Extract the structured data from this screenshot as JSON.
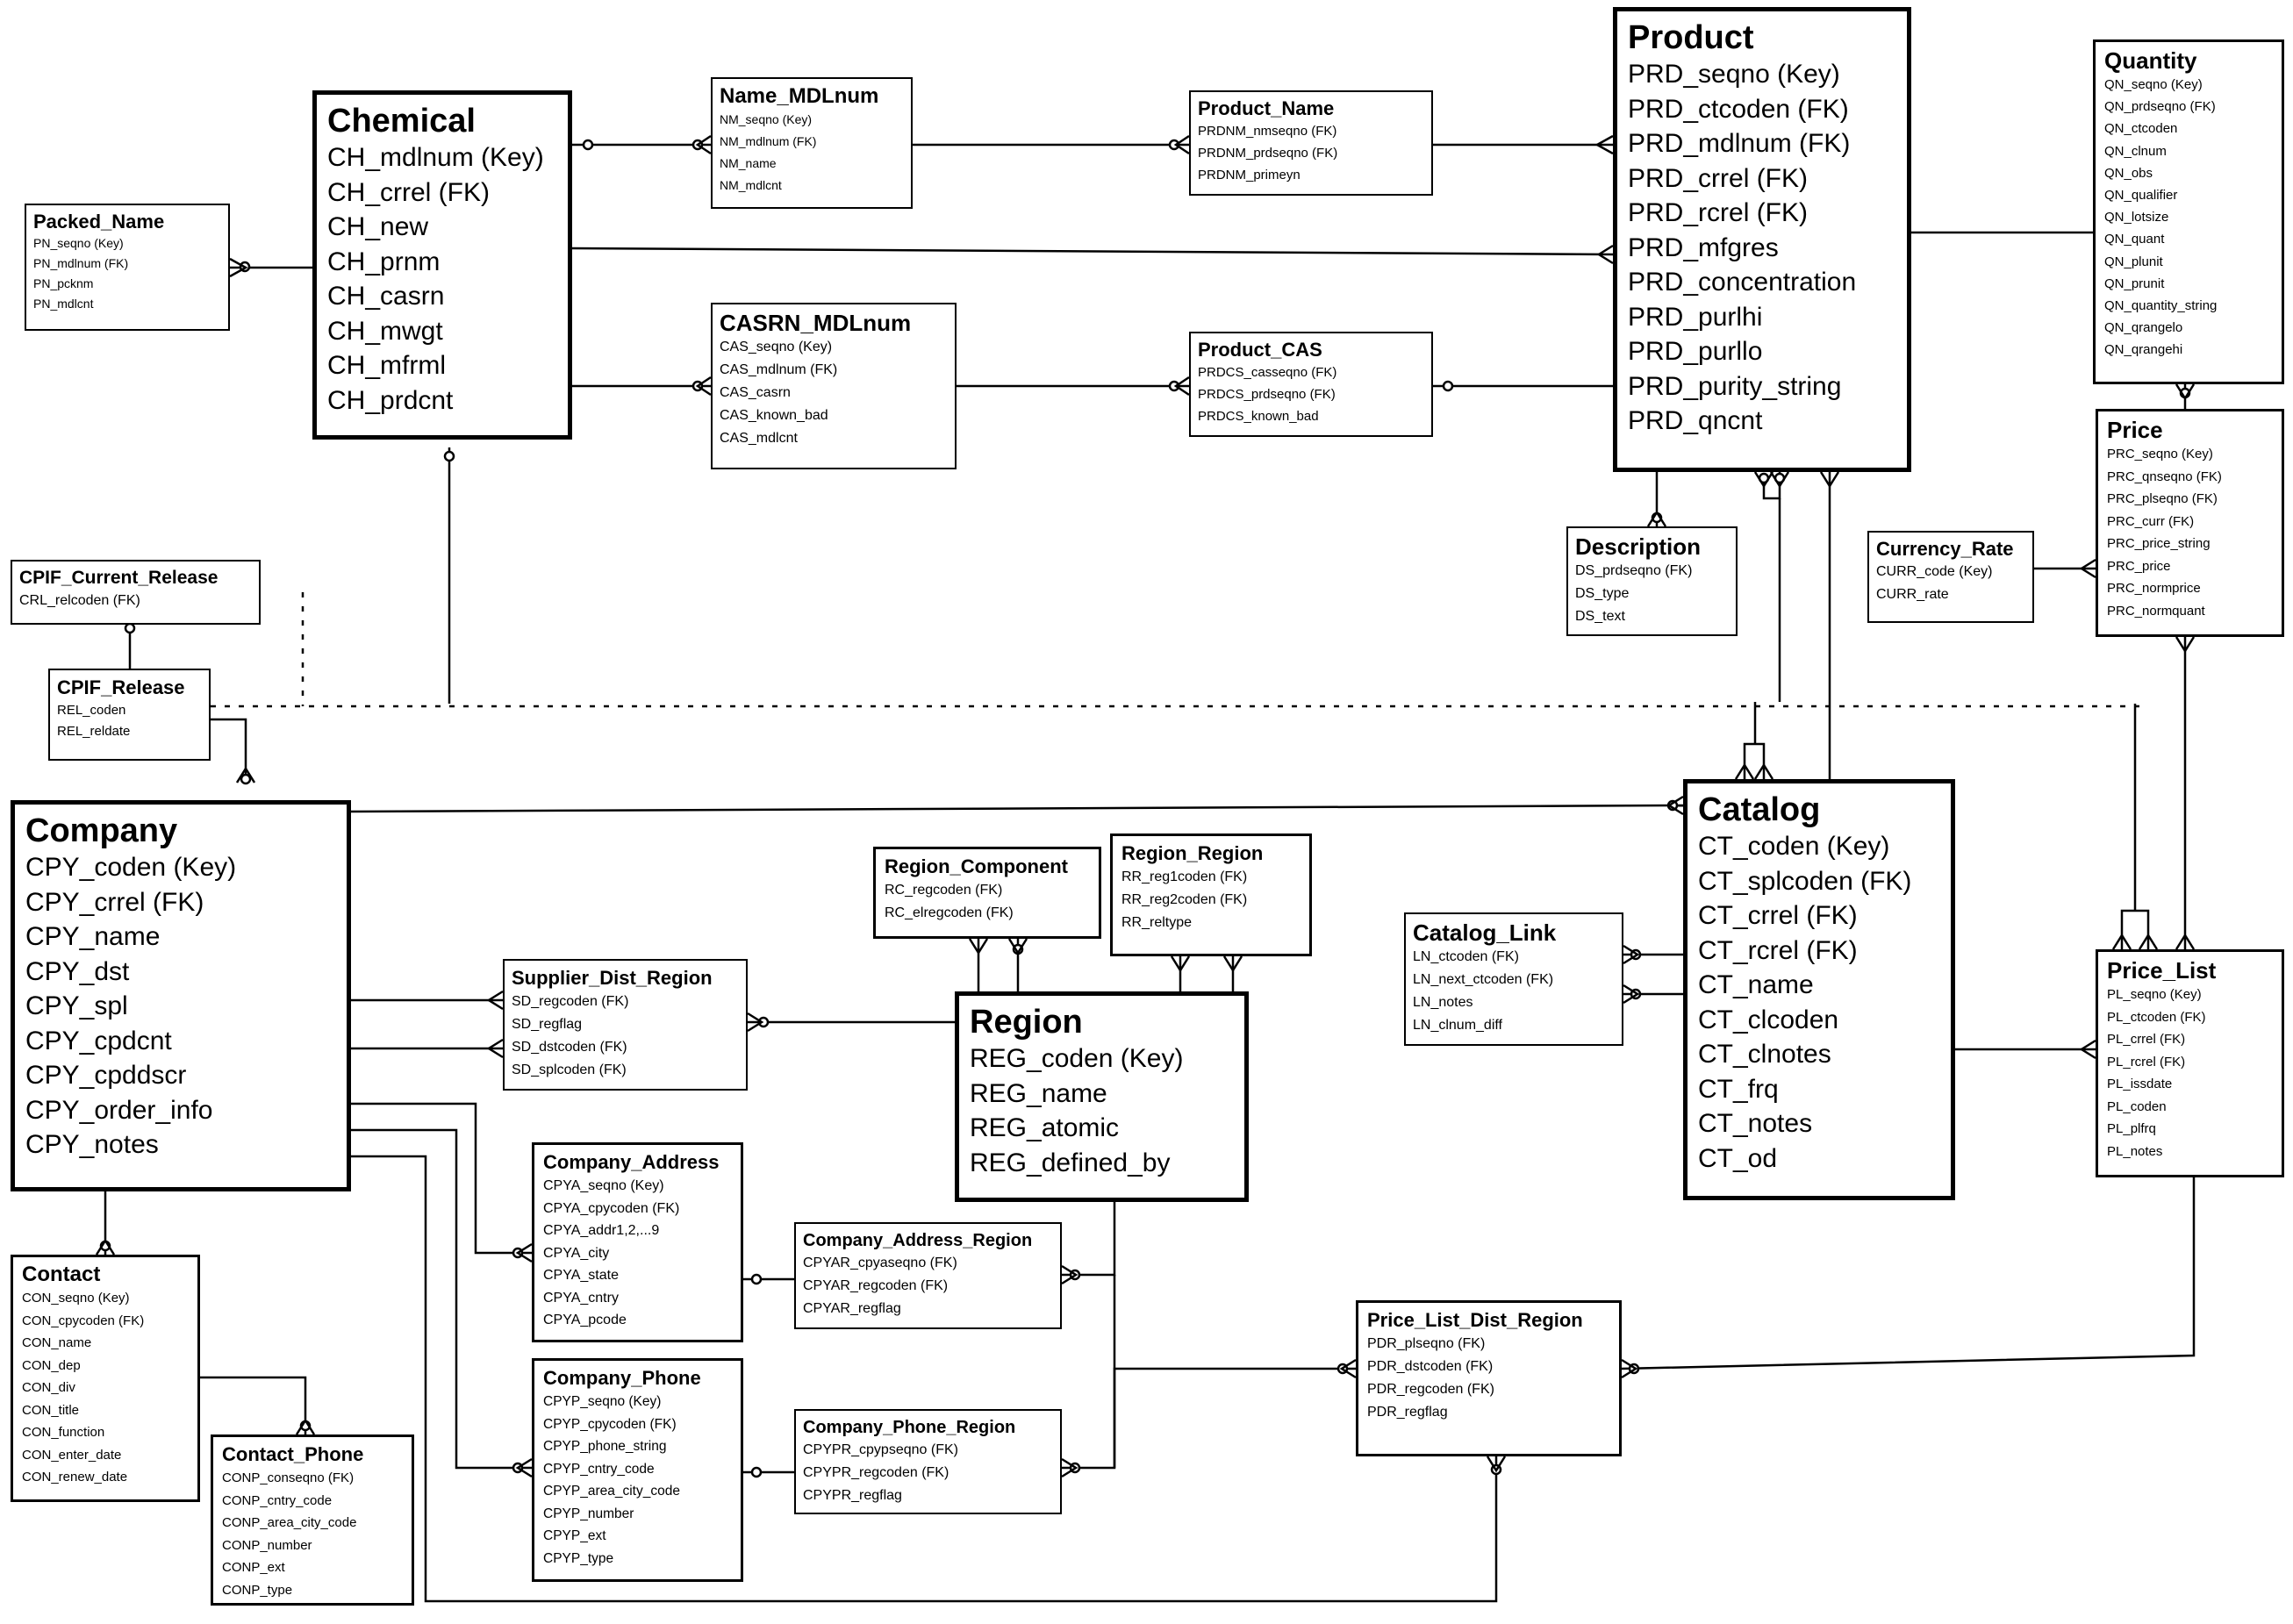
{
  "entities": {
    "packed_name": {
      "title": "Packed_Name",
      "fields": [
        "PN_seqno (Key)",
        "PN_mdlnum (FK)",
        "PN_pcknm",
        "PN_mdlcnt"
      ]
    },
    "chemical": {
      "title": "Chemical",
      "fields": [
        "CH_mdlnum (Key)",
        "CH_crrel (FK)",
        "CH_new",
        "CH_prnm",
        "CH_casrn",
        "CH_mwgt",
        "CH_mfrml",
        "CH_prdcnt"
      ]
    },
    "name_mdlnum": {
      "title": "Name_MDLnum",
      "fields": [
        "NM_seqno (Key)",
        "NM_mdlnum (FK)",
        "NM_name",
        "NM_mdlcnt"
      ]
    },
    "casrn_mdlnum": {
      "title": "CASRN_MDLnum",
      "fields": [
        "CAS_seqno (Key)",
        "CAS_mdlnum (FK)",
        "CAS_casrn",
        "CAS_known_bad",
        "CAS_mdlcnt"
      ]
    },
    "product_name": {
      "title": "Product_Name",
      "fields": [
        "PRDNM_nmseqno (FK)",
        "PRDNM_prdseqno (FK)",
        "PRDNM_primeyn"
      ]
    },
    "product_cas": {
      "title": "Product_CAS",
      "fields": [
        "PRDCS_casseqno (FK)",
        "PRDCS_prdseqno (FK)",
        "PRDCS_known_bad"
      ]
    },
    "product": {
      "title": "Product",
      "fields": [
        "PRD_seqno (Key)",
        "PRD_ctcoden (FK)",
        "PRD_mdlnum (FK)",
        "PRD_crrel (FK)",
        "PRD_rcrel (FK)",
        "PRD_mfgres",
        "PRD_concentration",
        "PRD_purlhi",
        "PRD_purllo",
        "PRD_purity_string",
        "PRD_qncnt"
      ]
    },
    "quantity": {
      "title": "Quantity",
      "fields": [
        "QN_seqno (Key)",
        "QN_prdseqno (FK)",
        "QN_ctcoden",
        "QN_clnum",
        "QN_obs",
        "QN_qualifier",
        "QN_lotsize",
        "QN_quant",
        "QN_plunit",
        "QN_prunit",
        "QN_quantity_string",
        "QN_qrangelo",
        "QN_qrangehi"
      ]
    },
    "price": {
      "title": "Price",
      "fields": [
        "PRC_seqno (Key)",
        "PRC_qnseqno (FK)",
        "PRC_plseqno (FK)",
        "PRC_curr (FK)",
        "PRC_price_string",
        "PRC_price",
        "PRC_normprice",
        "PRC_normquant"
      ]
    },
    "currency_rate": {
      "title": "Currency_Rate",
      "fields": [
        "CURR_code (Key)",
        "CURR_rate"
      ]
    },
    "description": {
      "title": "Description",
      "fields": [
        "DS_prdseqno (FK)",
        "DS_type",
        "DS_text"
      ]
    },
    "cpif_current_release": {
      "title": "CPIF_Current_Release",
      "fields": [
        "CRL_relcoden (FK)"
      ]
    },
    "cpif_release": {
      "title": "CPIF_Release",
      "fields": [
        "REL_coden",
        "REL_reldate"
      ]
    },
    "company": {
      "title": "Company",
      "fields": [
        "CPY_coden (Key)",
        "CPY_crrel (FK)",
        "CPY_name",
        "CPY_dst",
        "CPY_spl",
        "CPY_cpdcnt",
        "CPY_cpddscr",
        "CPY_order_info",
        "CPY_notes"
      ]
    },
    "catalog": {
      "title": "Catalog",
      "fields": [
        "CT_coden (Key)",
        "CT_splcoden (FK)",
        "CT_crrel (FK)",
        "CT_rcrel (FK)",
        "CT_name",
        "CT_clcoden",
        "CT_clnotes",
        "CT_frq",
        "CT_notes",
        "CT_od"
      ]
    },
    "region_component": {
      "title": "Region_Component",
      "fields": [
        "RC_regcoden (FK)",
        "RC_elregcoden (FK)"
      ]
    },
    "region_region": {
      "title": "Region_Region",
      "fields": [
        "RR_reg1coden (FK)",
        "RR_reg2coden (FK)",
        "RR_reltype"
      ]
    },
    "supplier_dist_region": {
      "title": "Supplier_Dist_Region",
      "fields": [
        "SD_regcoden (FK)",
        "SD_regflag",
        "SD_dstcoden (FK)",
        "SD_splcoden (FK)"
      ]
    },
    "region": {
      "title": "Region",
      "fields": [
        "REG_coden (Key)",
        "REG_name",
        "REG_atomic",
        "REG_defined_by"
      ]
    },
    "catalog_link": {
      "title": "Catalog_Link",
      "fields": [
        "LN_ctcoden (FK)",
        "LN_next_ctcoden (FK)",
        "LN_notes",
        "LN_clnum_diff"
      ]
    },
    "price_list": {
      "title": "Price_List",
      "fields": [
        "PL_seqno (Key)",
        "PL_ctcoden (FK)",
        "PL_crrel (FK)",
        "PL_rcrel (FK)",
        "PL_issdate",
        "PL_coden",
        "PL_plfrq",
        "PL_notes"
      ]
    },
    "company_address": {
      "title": "Company_Address",
      "fields": [
        "CPYA_seqno (Key)",
        "CPYA_cpycoden (FK)",
        "CPYA_addr1,2,...9",
        "CPYA_city",
        "CPYA_state",
        "CPYA_cntry",
        "CPYA_pcode"
      ]
    },
    "company_address_region": {
      "title": "Company_Address_Region",
      "fields": [
        "CPYAR_cpyaseqno (FK)",
        "CPYAR_regcoden (FK)",
        "CPYAR_regflag"
      ]
    },
    "company_phone": {
      "title": "Company_Phone",
      "fields": [
        "CPYP_seqno (Key)",
        "CPYP_cpycoden (FK)",
        "CPYP_phone_string",
        "CPYP_cntry_code",
        "CPYP_area_city_code",
        "CPYP_number",
        "CPYP_ext",
        "CPYP_type"
      ]
    },
    "company_phone_region": {
      "title": "Company_Phone_Region",
      "fields": [
        "CPYPR_cpypseqno (FK)",
        "CPYPR_regcoden (FK)",
        "CPYPR_regflag"
      ]
    },
    "price_list_dist_region": {
      "title": "Price_List_Dist_Region",
      "fields": [
        "PDR_plseqno (FK)",
        "PDR_dstcoden (FK)",
        "PDR_regcoden (FK)",
        "PDR_regflag"
      ]
    },
    "contact": {
      "title": "Contact",
      "fields": [
        "CON_seqno (Key)",
        "CON_cpycoden (FK)",
        "CON_name",
        "CON_dep",
        "CON_div",
        "CON_title",
        "CON_function",
        "CON_enter_date",
        "CON_renew_date"
      ]
    },
    "contact_phone": {
      "title": "Contact_Phone",
      "fields": [
        "CONP_conseqno (FK)",
        "CONP_cntry_code",
        "CONP_area_city_code",
        "CONP_number",
        "CONP_ext",
        "CONP_type"
      ]
    }
  }
}
